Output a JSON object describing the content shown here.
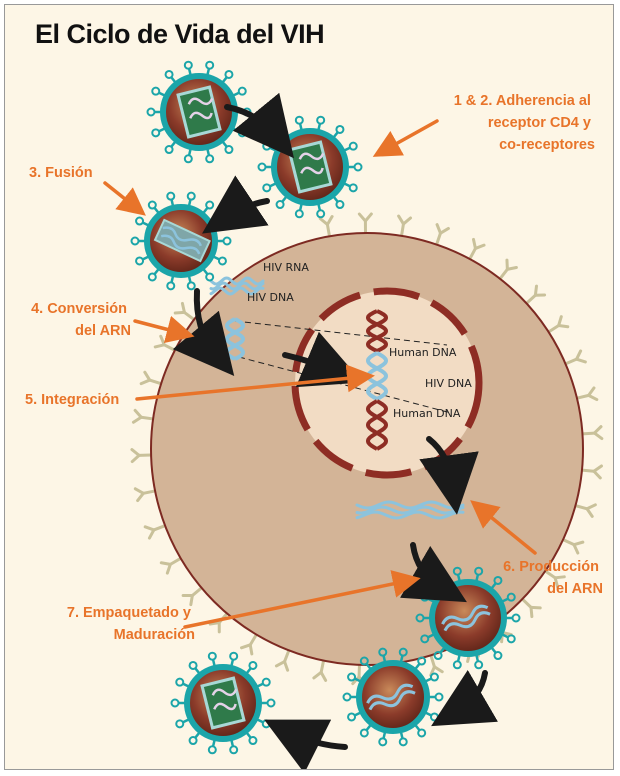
{
  "title": "El Ciclo de Vida del VIH",
  "steps": {
    "s1": [
      "1 & 2. Adherencia al",
      "receptor CD4 y",
      "co-receptores"
    ],
    "s3": "3. Fusión",
    "s4": [
      "4. Conversión",
      "del ARN"
    ],
    "s5": "5. Integración",
    "s6": [
      "6. Producción",
      "del ARN"
    ],
    "s7": [
      "7. Empaquetado y",
      "Maduración"
    ]
  },
  "labels": {
    "hiv_rna": "HIV RNA",
    "hiv_dna_1": "HIV DNA",
    "human_dna_1": "Human DNA",
    "hiv_dna_2": "HIV DNA",
    "human_dna_2": "Human DNA"
  },
  "colors": {
    "cell_fill": "#d3b497",
    "cell_stroke": "#7d2a22",
    "nucleus_fill": "#f2dcc4",
    "nucleus_dash": "#8e2d24",
    "virus_teal": "#1ba5a9",
    "virus_core": "#8b3b2a",
    "dna_red": "#8e2d24",
    "dna_blue": "#8cc3dd",
    "arrow_black": "#1a1a1a",
    "step_orange": "#e8742a",
    "receptor": "#c9c19a"
  }
}
